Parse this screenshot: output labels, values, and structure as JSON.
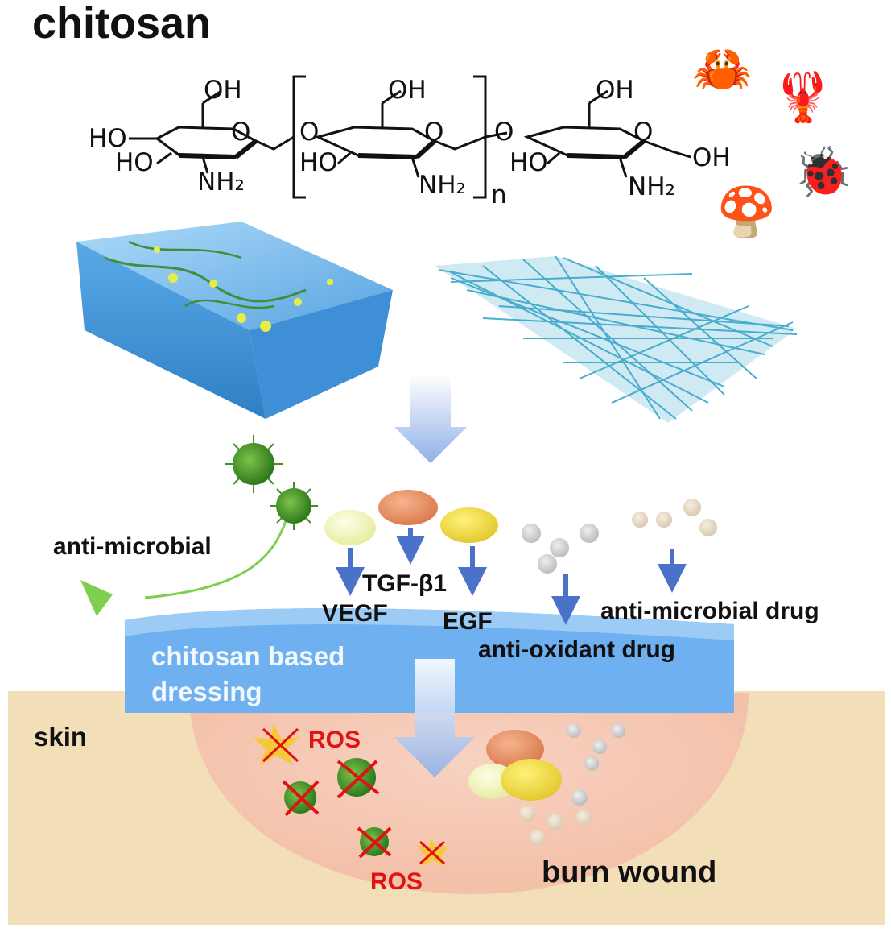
{
  "title": "chitosan",
  "structure": {
    "oh1": "OH",
    "ho1a": "HO",
    "ho1b": "HO",
    "o1": "O",
    "nh2_1": "NH₂",
    "o_link1": "O",
    "oh2": "OH",
    "ho2": "HO",
    "o2": "O",
    "nh2_2": "NH₂",
    "n": "n",
    "o_link2": "O",
    "oh3": "OH",
    "ho3": "HO",
    "o3": "O",
    "oh3b": "OH",
    "nh2_3": "NH₂"
  },
  "sources": [
    {
      "name": "crab-icon",
      "glyph": "🦀"
    },
    {
      "name": "lobster-icon",
      "glyph": "🦞"
    },
    {
      "name": "ladybug-icon",
      "glyph": "🐞"
    },
    {
      "name": "mushroom-icon",
      "glyph": "🍄"
    }
  ],
  "labels": {
    "anti_microbial": "anti-microbial",
    "tgf": "TGF-β1",
    "vegf": "VEGF",
    "egf": "EGF",
    "anti_microbial_drug": "anti-microbial drug",
    "anti_oxidant_drug": "anti-oxidant drug",
    "dressing_line1": "chitosan based",
    "dressing_line2": "dressing",
    "skin": "skin",
    "ros_1": "ROS",
    "ros_2": "ROS",
    "burn_wound": "burn wound"
  },
  "colors": {
    "hydrogel": "#5aa9e6",
    "fiber_mat": "#3aa6c8",
    "dressing": "#6fb0f0",
    "skin": "#f2dfb8",
    "wound": "#f6c7b3",
    "arrow_blue": "#4a72c8",
    "microbe_green": "#3f8f2a",
    "ros_red": "#e01212",
    "vegf_ball": "#f3f6c9",
    "tgf_ball": "#e9946a",
    "egf_ball": "#efe04a",
    "oxidant_ball": "#cfcfcf",
    "microbial_ball": "#e5d7c4"
  }
}
